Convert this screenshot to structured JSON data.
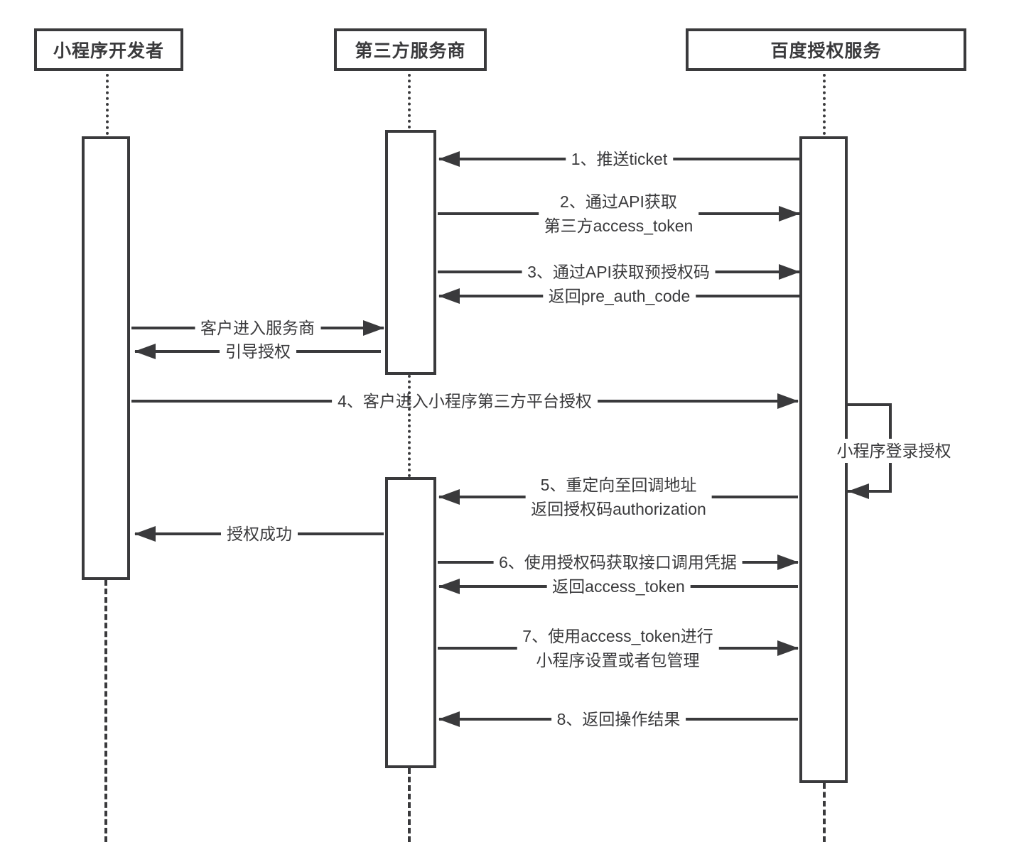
{
  "diagram": {
    "type": "sequence-diagram",
    "colors": {
      "line": "#3a3a3c",
      "text": "#3a3a3c",
      "background": "#ffffff"
    },
    "actors": [
      {
        "name": "小程序开发者"
      },
      {
        "name": "第三方服务商"
      },
      {
        "name": "百度授权服务"
      }
    ],
    "messages": [
      {
        "label": "1、推送ticket",
        "from": "百度授权服务",
        "to": "第三方服务商",
        "direction": "left"
      },
      {
        "label": "2、通过API获取",
        "label2": "第三方access_token",
        "from": "第三方服务商",
        "to": "百度授权服务",
        "direction": "right"
      },
      {
        "label": "3、通过API获取预授权码",
        "from": "第三方服务商",
        "to": "百度授权服务",
        "direction": "right"
      },
      {
        "label": "返回pre_auth_code",
        "from": "百度授权服务",
        "to": "第三方服务商",
        "direction": "left"
      },
      {
        "label": "客户进入服务商",
        "from": "小程序开发者",
        "to": "第三方服务商",
        "direction": "right"
      },
      {
        "label": "引导授权",
        "from": "第三方服务商",
        "to": "小程序开发者",
        "direction": "left"
      },
      {
        "label": "4、客户进入小程序第三方平台授权",
        "from": "小程序开发者",
        "to": "百度授权服务",
        "direction": "right"
      },
      {
        "label": "5、重定向至回调地址",
        "label2": "返回授权码authorization",
        "from": "百度授权服务",
        "to": "第三方服务商",
        "direction": "left"
      },
      {
        "label": "授权成功",
        "from": "第三方服务商",
        "to": "小程序开发者",
        "direction": "left"
      },
      {
        "label": "6、使用授权码获取接口调用凭据",
        "from": "第三方服务商",
        "to": "百度授权服务",
        "direction": "right"
      },
      {
        "label": "返回access_token",
        "from": "百度授权服务",
        "to": "第三方服务商",
        "direction": "left"
      },
      {
        "label": "7、使用access_token进行",
        "label2": "小程序设置或者包管理",
        "from": "第三方服务商",
        "to": "百度授权服务",
        "direction": "right"
      },
      {
        "label": "8、返回操作结果",
        "from": "百度授权服务",
        "to": "第三方服务商",
        "direction": "left"
      }
    ],
    "self_message": {
      "label": "小程序登录授权",
      "actor": "百度授权服务"
    }
  }
}
